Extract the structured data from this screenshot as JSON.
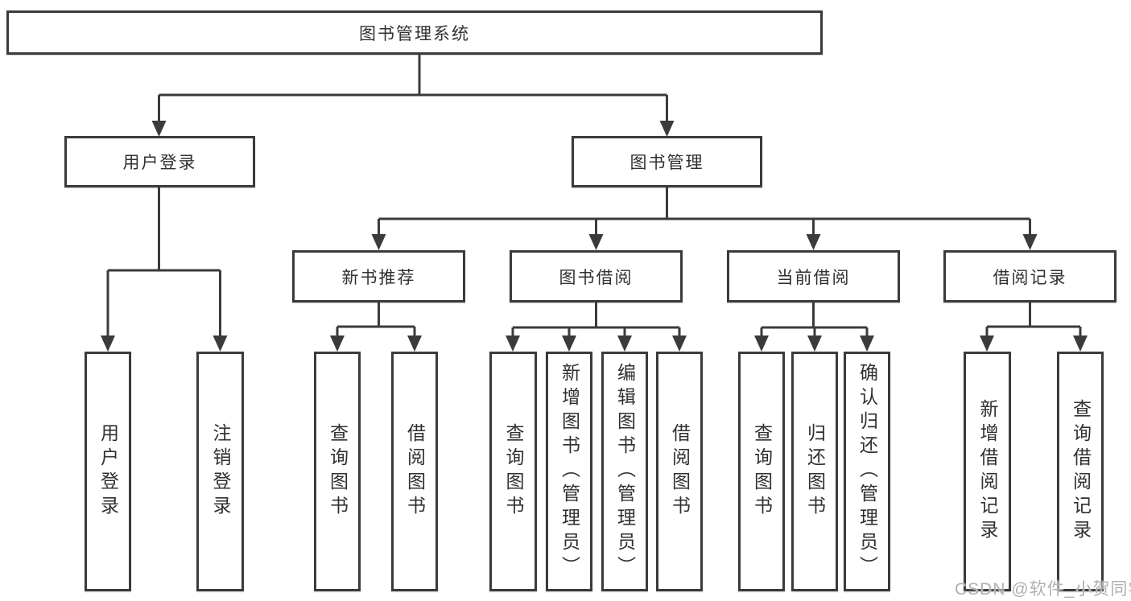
{
  "tree": {
    "root": {
      "label": "图书管理系统"
    },
    "branches": [
      {
        "label": "用户登录",
        "children": [
          {
            "label": "用户登录"
          },
          {
            "label": "注销登录"
          }
        ]
      },
      {
        "label": "图书管理",
        "sections": [
          {
            "label": "新书推荐",
            "children": [
              {
                "label": "查询图书"
              },
              {
                "label": "借阅图书"
              }
            ]
          },
          {
            "label": "图书借阅",
            "children": [
              {
                "label": "查询图书"
              },
              {
                "label": "新增图书（管理员）"
              },
              {
                "label": "编辑图书（管理员）"
              },
              {
                "label": "借阅图书"
              }
            ]
          },
          {
            "label": "当前借阅",
            "children": [
              {
                "label": "查询图书"
              },
              {
                "label": "归还图书"
              },
              {
                "label": "确认归还（管理员）"
              }
            ]
          },
          {
            "label": "借阅记录",
            "children": [
              {
                "label": "新增借阅记录"
              },
              {
                "label": "查询借阅记录"
              }
            ]
          }
        ]
      }
    ]
  },
  "watermark": {
    "text": "CSDN @软件_小贺同学"
  },
  "colors": {
    "line": "#3b3b3b",
    "box_border": "#3b3b3b",
    "text": "#303030",
    "watermark": "#b0b0b2",
    "background": "#ffffff"
  }
}
